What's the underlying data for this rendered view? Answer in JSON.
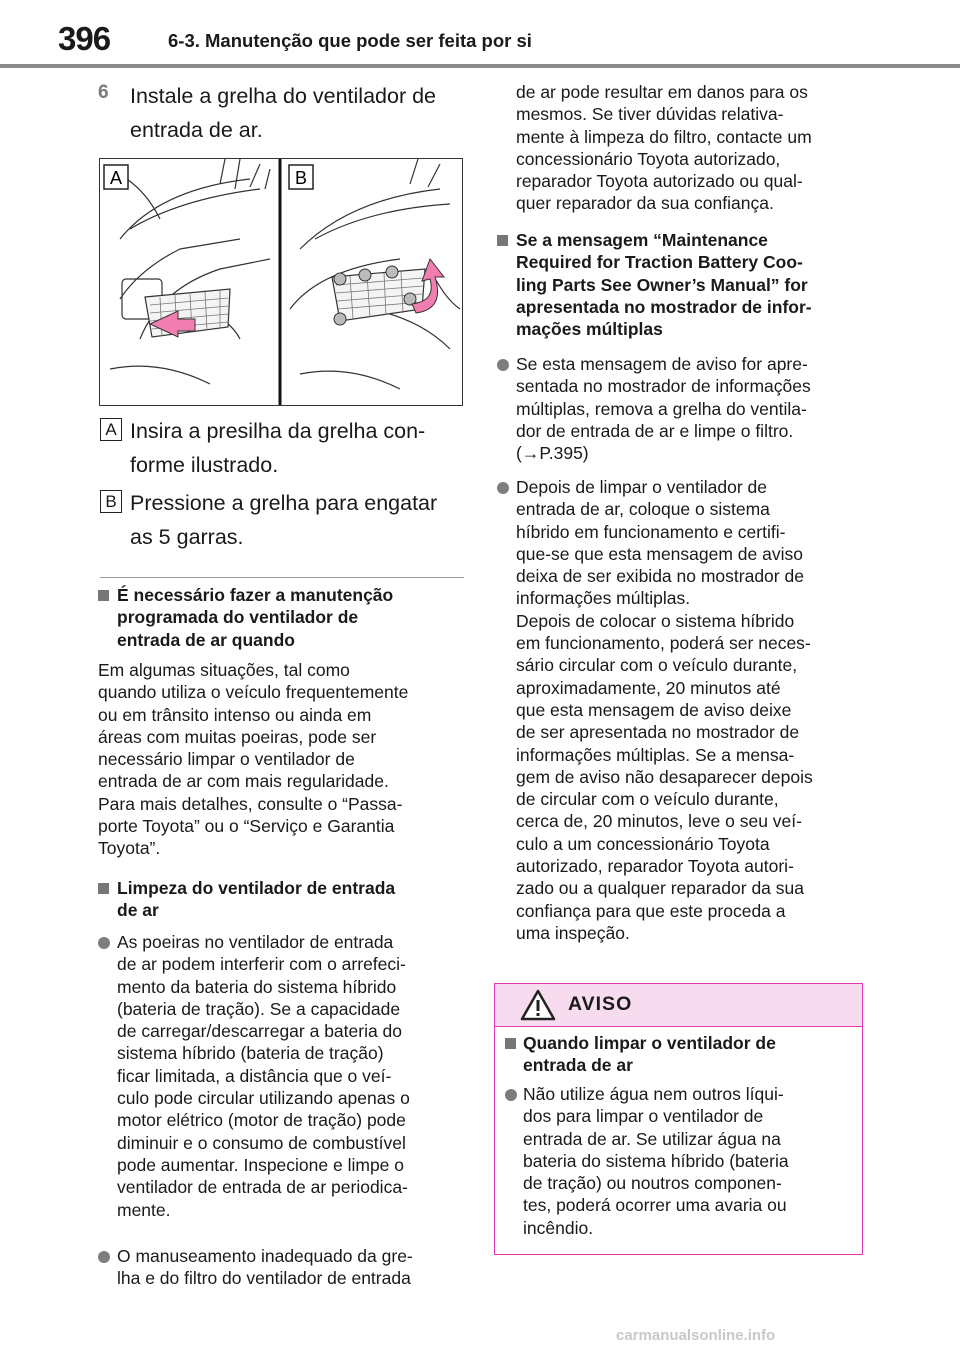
{
  "header": {
    "page_number": "396",
    "section": "6-3. Manutenção que pode ser feita por si"
  },
  "step": {
    "number": "6",
    "lines": [
      "Instale a grelha do ventilador de",
      "entrada de ar."
    ]
  },
  "figure": {
    "label_a": "A",
    "label_b": "B"
  },
  "callouts": [
    {
      "tag": "A",
      "lines": [
        "Insira a presilha da grelha con-",
        "forme ilustrado."
      ]
    },
    {
      "tag": "B",
      "lines": [
        "Pressione a grelha para engatar",
        "as 5 garras."
      ]
    }
  ],
  "section1": {
    "heading": [
      "É necessário fazer a manutenção",
      "programada do ventilador de",
      "entrada de ar quando"
    ],
    "body": [
      "Em algumas situações, tal como",
      "quando utiliza o veículo frequentemente",
      "ou em trânsito intenso ou ainda em",
      "áreas com muitas poeiras, pode ser",
      "necessário limpar o ventilador de",
      "entrada de ar com mais regularidade.",
      "Para mais detalhes, consulte o “Passa-",
      "porte Toyota” ou o “Serviço e Garantia",
      "Toyota”."
    ]
  },
  "section2": {
    "heading": [
      "Limpeza do ventilador de entrada",
      "de ar"
    ],
    "bullet1": [
      "As poeiras no ventilador de entrada",
      "de ar podem interferir com o arrefeci-",
      "mento da bateria do sistema híbrido",
      "(bateria de tração). Se a capacidade",
      "de carregar/descarregar a bateria do",
      "sistema híbrido (bateria de tração)",
      "ficar limitada, a distância que o veí-",
      "culo pode circular utilizando apenas o",
      "motor elétrico (motor de tração) pode",
      "diminuir e o consumo de combustível",
      "pode aumentar. Inspecione e limpe o",
      "ventilador de entrada de ar periodica-",
      "mente."
    ],
    "bullet2": [
      "O manuseamento inadequado da gre-",
      "lha e do filtro do ventilador de entrada"
    ]
  },
  "right_col": {
    "continued": [
      "de ar pode resultar em danos para os",
      "mesmos. Se tiver dúvidas relativa-",
      "mente à limpeza do filtro, contacte um",
      "concessionário Toyota autorizado,",
      "reparador Toyota autorizado ou qual-",
      "quer reparador da sua confiança."
    ],
    "heading": [
      "Se a mensagem “Maintenance",
      "Required for Traction Battery Coo-",
      "ling Parts See Owner’s Manual” for",
      "apresentada no mostrador de infor-",
      "mações múltiplas"
    ],
    "bullet1": [
      "Se esta mensagem de aviso for apre-",
      "sentada no mostrador de informações",
      "múltiplas, remova a grelha do ventila-",
      "dor de entrada de ar e limpe o filtro.",
      "(→P.395)"
    ],
    "bullet2": [
      "Depois de limpar o ventilador de",
      "entrada de ar, coloque o sistema",
      "híbrido em funcionamento e certifi-",
      "que-se que esta mensagem de aviso",
      "deixa de ser exibida no mostrador de",
      "informações múltiplas.",
      "Depois de colocar o sistema híbrido",
      "em funcionamento, poderá ser neces-",
      "sário circular com o veículo durante,",
      "aproximadamente, 20 minutos até",
      "que esta mensagem de aviso deixe",
      "de ser apresentada no mostrador de",
      "informações múltiplas. Se a mensa-",
      "gem de aviso não desaparecer depois",
      "de circular com o veículo durante,",
      "cerca de, 20 minutos, leve o seu veí-",
      "culo a um concessionário Toyota",
      "autorizado, reparador Toyota autori-",
      "zado ou a qualquer reparador da sua",
      "confiança para que este proceda a",
      "uma inspeção."
    ]
  },
  "warning": {
    "title": "AVISO",
    "heading": [
      "Quando limpar o ventilador de",
      "entrada de ar"
    ],
    "bullet": [
      "Não utilize água nem outros líqui-",
      "dos para limpar o ventilador de",
      "entrada de ar. Se utilizar água na",
      "bateria do sistema híbrido (bateria",
      "de tração) ou noutros componen-",
      "tes, poderá ocorrer uma avaria ou",
      "incêndio."
    ]
  },
  "colors": {
    "accent_pink": "#e23ab2",
    "warn_fill": "#f7dcef",
    "bullet_gray": "#7d7d7d",
    "arrow_pink": "#f07fb0"
  },
  "footer": {
    "watermark": "carmanualsonline.info"
  }
}
